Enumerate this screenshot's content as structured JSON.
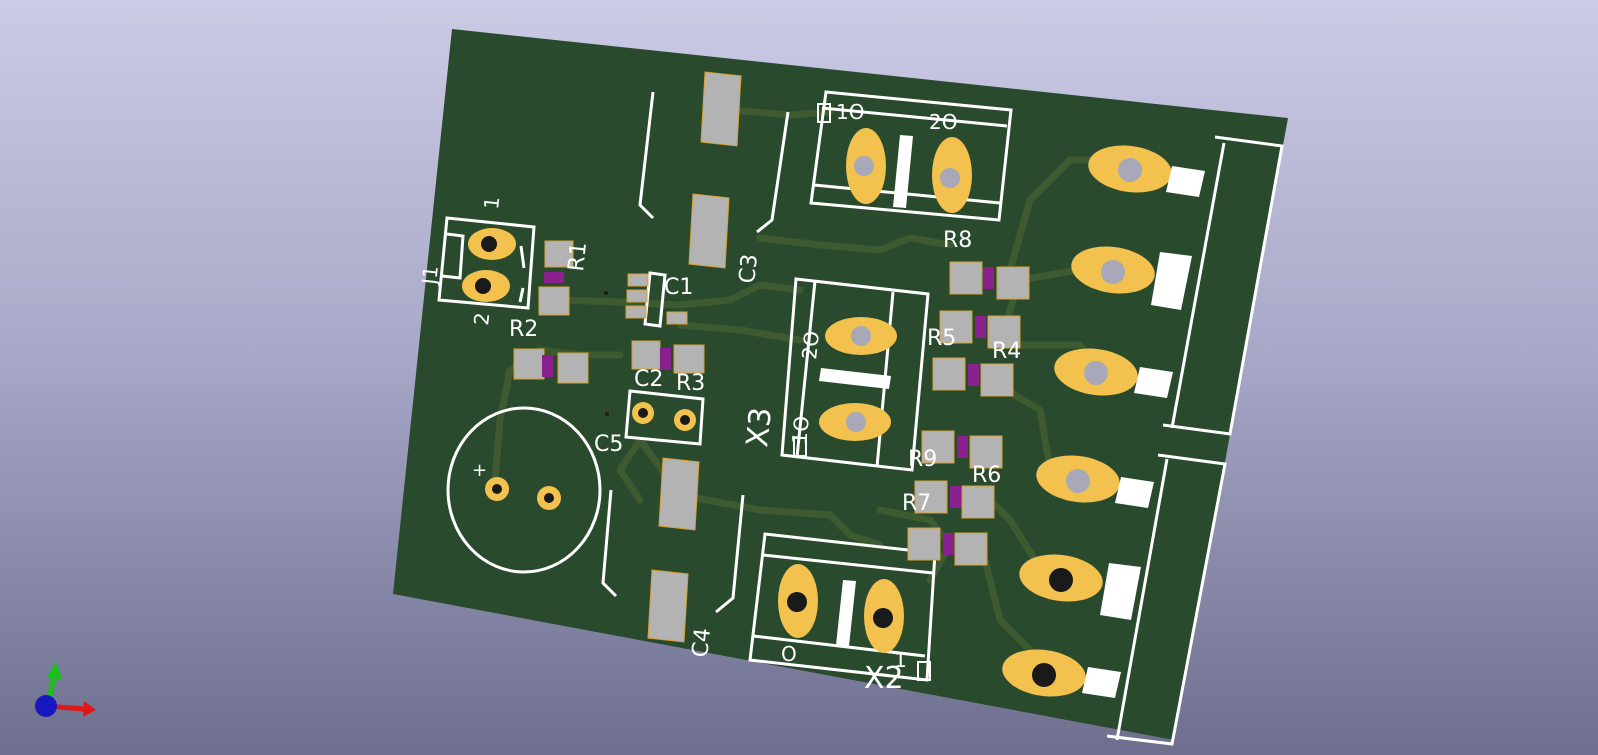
{
  "colors": {
    "board": "#2a4a2e",
    "track": "#3d5a30",
    "silkscreen": "#ffffff",
    "copper_pad": "#f2c14e",
    "smd_pad": "#b3b3b3",
    "resistor_body": "#8a1f8e",
    "drill": "#a8a8b8",
    "axis_x": "#e01818",
    "axis_y": "#18c018",
    "axis_z": "#1818c0"
  },
  "icons": {
    "axis": "xyz-axis-icon"
  },
  "labels": {
    "J1": "J1",
    "j1_pin1": "1",
    "j1_pin2": "2",
    "R1": "R1",
    "R2": "R2",
    "R3": "R3",
    "R4": "R4",
    "R5": "R5",
    "R6": "R6",
    "R7": "R7",
    "R8": "R8",
    "R9": "R9",
    "C1": "C1",
    "C2": "C2",
    "C3": "C3",
    "C4": "C4",
    "C5": "C5",
    "c5_plus": "+",
    "X2": "X2",
    "X3": "X3",
    "top_pin1": "1O",
    "top_pin2": "2O",
    "x3_pin2": "2O",
    "x3_pin1": "1O",
    "x2_pin0": "O",
    "x2_pin1": "1"
  }
}
